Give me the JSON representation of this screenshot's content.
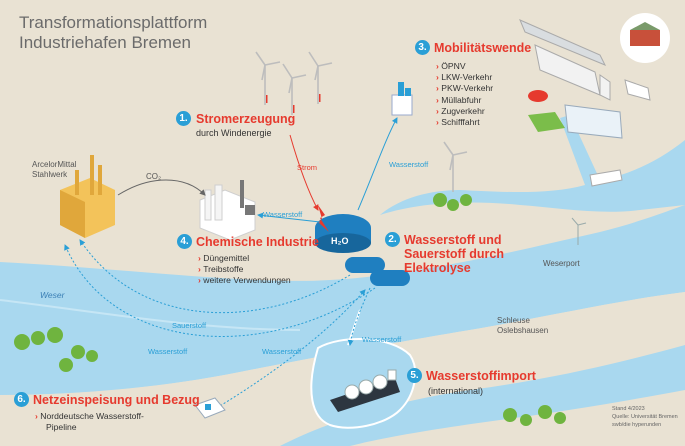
{
  "title": {
    "line1": "Transformationsplattform",
    "line2": "Industriehafen Bremen"
  },
  "steps": [
    {
      "num": "1.",
      "heading": "Stromerzeugung",
      "sub": "durch Windenergie"
    },
    {
      "num": "2.",
      "heading_line1": "Wasserstoff und",
      "heading_line2": "Sauerstoff durch",
      "heading_line3": "Elektrolyse"
    },
    {
      "num": "3.",
      "heading": "Mobilitätswende",
      "items": [
        "ÖPNV",
        "LKW-Verkehr",
        "PKW-Verkehr",
        "Müllabfuhr",
        "Zugverkehr",
        "Schifffahrt"
      ]
    },
    {
      "num": "4.",
      "heading": "Chemische Industrie",
      "items": [
        "Düngemittel",
        "Treibstoffe",
        "weitere Verwendungen"
      ]
    },
    {
      "num": "5.",
      "heading": "Wasserstoffimport",
      "sub": "(international)"
    },
    {
      "num": "6.",
      "heading": "Netzeinspeisung und Bezug",
      "items": [
        "Norddeutsche Wasserstoff-"
      ],
      "item_cont": "Pipeline"
    }
  ],
  "labels": {
    "steelworks_line1": "ArcelorMittal",
    "steelworks_line2": "Stahlwerk",
    "co2": "CO₂",
    "strom": "Strom",
    "wasserstoff": "Wasserstoff",
    "sauerstoff": "Sauerstoff",
    "h2o": "H₂O",
    "weser": "Weser",
    "weserport": "Weserport",
    "schleuse_line1": "Schleuse",
    "schleuse_line2": "Oslebshausen",
    "credit_line1": "Stand 4/2023",
    "credit_line2": "Quelle: Universität Bremen",
    "credit_line3": "swb/die hyperunden"
  },
  "colors": {
    "accent_red": "#e63a2e",
    "accent_blue": "#2a9fd6",
    "water": "#a9d8ef",
    "land": "#e9e2d3",
    "green": "#6fb43f"
  }
}
